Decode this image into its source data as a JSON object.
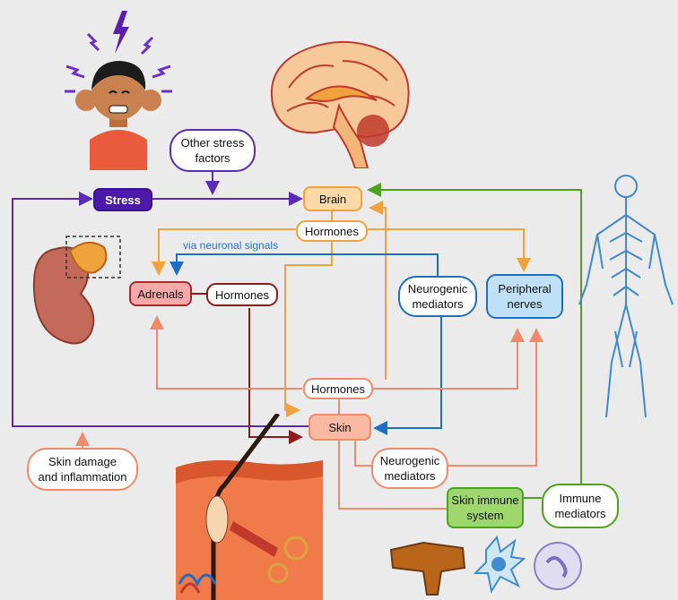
{
  "colors": {
    "purple": "#5a2bb5",
    "orange": "#f0a23c",
    "dark_red": "#8a1c1c",
    "blue": "#1d6fc0",
    "salmon": "#ef8a6a",
    "green": "#4ea31e"
  },
  "nodes": {
    "other_stress": "Other stress\nfactors",
    "stress": "Stress",
    "brain": "Brain",
    "hormones_brain": "Hormones",
    "adrenals": "Adrenals",
    "hormones_adrenal": "Hormones",
    "neurogenic_top": "Neurogenic\nmediators",
    "peripheral_nerves": "Peripheral\nnerves",
    "hormones_skin": "Hormones",
    "skin": "Skin",
    "skin_damage": "Skin damage\nand inflammation",
    "neurogenic_bottom": "Neurogenic\nmediators",
    "skin_immune": "Skin immune\nsystem",
    "immune_mediators": "Immune\nmediators"
  },
  "edge_labels": {
    "neuronal": "via neuronal signals"
  },
  "illustrations": [
    "stressed-person",
    "brain-cross-section",
    "kidney-adrenal-gland",
    "nervous-system-figure",
    "skin-cross-section",
    "immune-cells"
  ]
}
